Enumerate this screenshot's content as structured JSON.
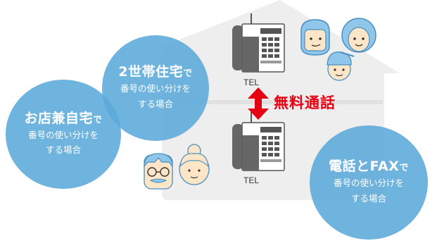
{
  "bubbles": {
    "shop_home": {
      "title": "お店兼自宅",
      "suffix": "で",
      "line1": "番号の使い分けを",
      "line2": "する場合"
    },
    "two_household": {
      "title": "2世帯住宅",
      "suffix": "で",
      "line1": "番号の使い分けを",
      "line2": "する場合"
    },
    "phone_fax": {
      "title": "電話とFAX",
      "suffix": "で",
      "line1": "番号の使い分けを",
      "line2": "する場合"
    }
  },
  "phones": {
    "top_label": "TEL",
    "bottom_label": "TEL"
  },
  "free_call_label": "無料通話",
  "colors": {
    "bubble": "#5baadb",
    "house": "#eeeeee",
    "accent_red": "#e60012",
    "face_blue": "#8fc6ea",
    "face_skin": "#fde6c8"
  }
}
